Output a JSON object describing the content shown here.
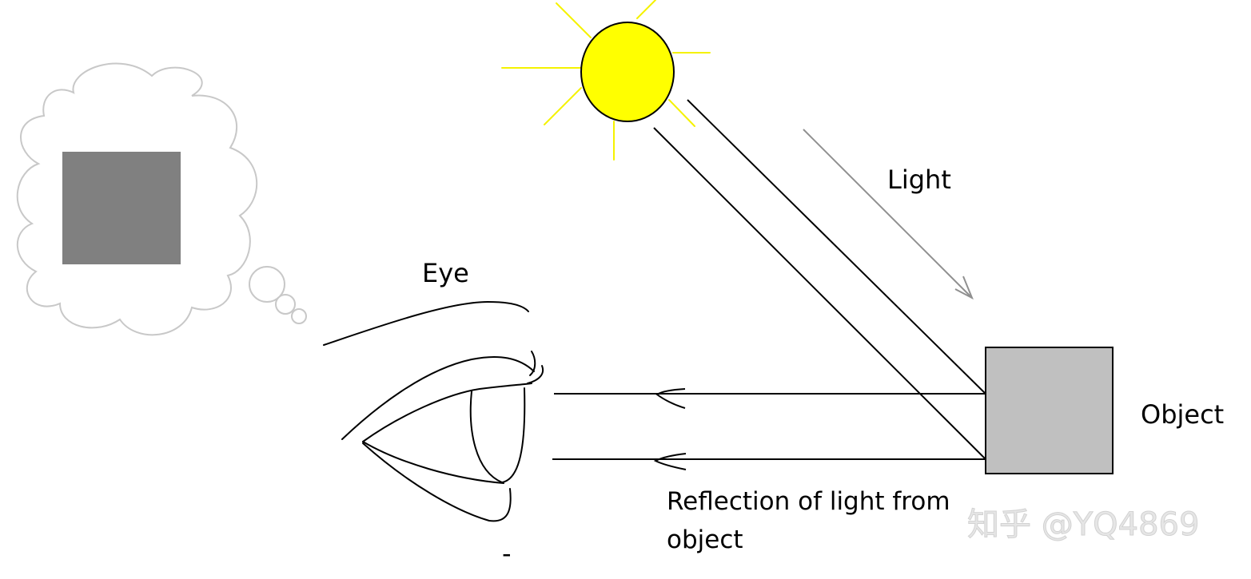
{
  "labels": {
    "light": "Light",
    "eye": "Eye",
    "object": "Object",
    "reflection_line1": "Reflection of light from",
    "reflection_line2": "object",
    "stray_mark": "-"
  },
  "watermark": "知乎 @YQ4869",
  "colors": {
    "sun_fill": "#ffff00",
    "sun_rays": "#f5f200",
    "thought_cloud_outline": "#c8c8c8",
    "imagined_object": "#808080",
    "real_object": "#c0c0c0",
    "ink": "#000000",
    "light_arrow": "#909090"
  },
  "icons": {
    "sun": "sun-icon",
    "eye": "eye-icon",
    "thought": "thought-cloud-icon"
  }
}
